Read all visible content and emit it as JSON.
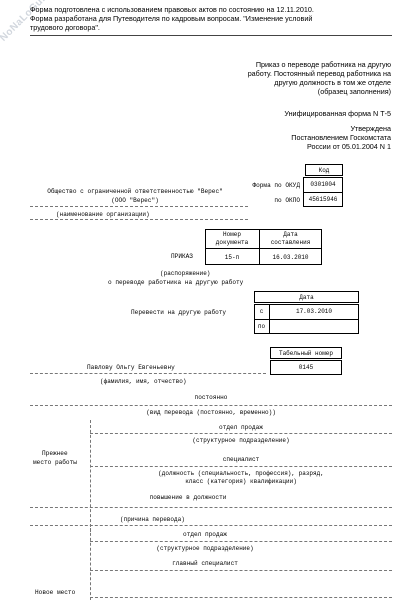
{
  "watermark": "NoNaLoGu.ru",
  "header_note": {
    "line1": "Форма подготовлена с использованием правовых актов по состоянию на 12.11.2010.",
    "line2": "Форма разработана для Путеводителя по кадровым вопросам. \"Изменение условий",
    "line3": "трудового договора\"."
  },
  "sample_title": {
    "line1": "Приказ о переводе работника на другую",
    "line2": "работу. Постоянный перевод работника на",
    "line3": "другую должность в том же отделе",
    "line4": "(образец заполнения)"
  },
  "form_number": "Унифицированная форма N Т-5",
  "approval": {
    "line1": "Утверждена",
    "line2": "Постановлением Госкомстата",
    "line3": "России от 05.01.2004 N 1"
  },
  "codes": {
    "header": "Код",
    "okud_label": "Форма по ОКУД",
    "okud_value": "0301004",
    "okpo_label": "по ОКПО",
    "okpo_value": "45615946"
  },
  "organization": {
    "line1": "Общество с ограниченной ответственностью \"Верес\"",
    "line2": "(ООО \"Верес\")",
    "caption": "(наименование организации)"
  },
  "order": {
    "number_header_1": "Номер",
    "number_header_2": "документа",
    "date_header_1": "Дата",
    "date_header_2": "составления",
    "label": "ПРИКАЗ",
    "number": "15-п",
    "date": "16.03.2010",
    "type_caption": "(распоряжение)",
    "subject": "о переводе работника на другую работу"
  },
  "transfer": {
    "date_header": "Дата",
    "label": "Перевести на другую работу",
    "from_label": "с",
    "from_date": "17.03.2010",
    "to_label": "по",
    "to_date": ""
  },
  "employee": {
    "tab_header": "Табельный номер",
    "name": "Павлову Ольгу Евгеньевну",
    "tab_number": "0145",
    "caption": "(фамилия, имя, отчество)"
  },
  "transfer_kind": {
    "value": "постоянно",
    "caption": "(вид перевода (постоянно, временно))"
  },
  "previous": {
    "label1": "Прежнее",
    "label2": "место работы",
    "department": "отдел продаж",
    "department_caption": "(структурное подразделение)",
    "position": "специалист",
    "position_caption1": "(должность (специальность, профессия), разряд,",
    "position_caption2": "класс (категория) квалификации)",
    "reason": "повышение в должности",
    "reason_caption": "(причина перевода)"
  },
  "new": {
    "label": "Новое место",
    "department": "отдел продаж",
    "department_caption": "(структурное подразделение)",
    "position": "главный специалист"
  }
}
